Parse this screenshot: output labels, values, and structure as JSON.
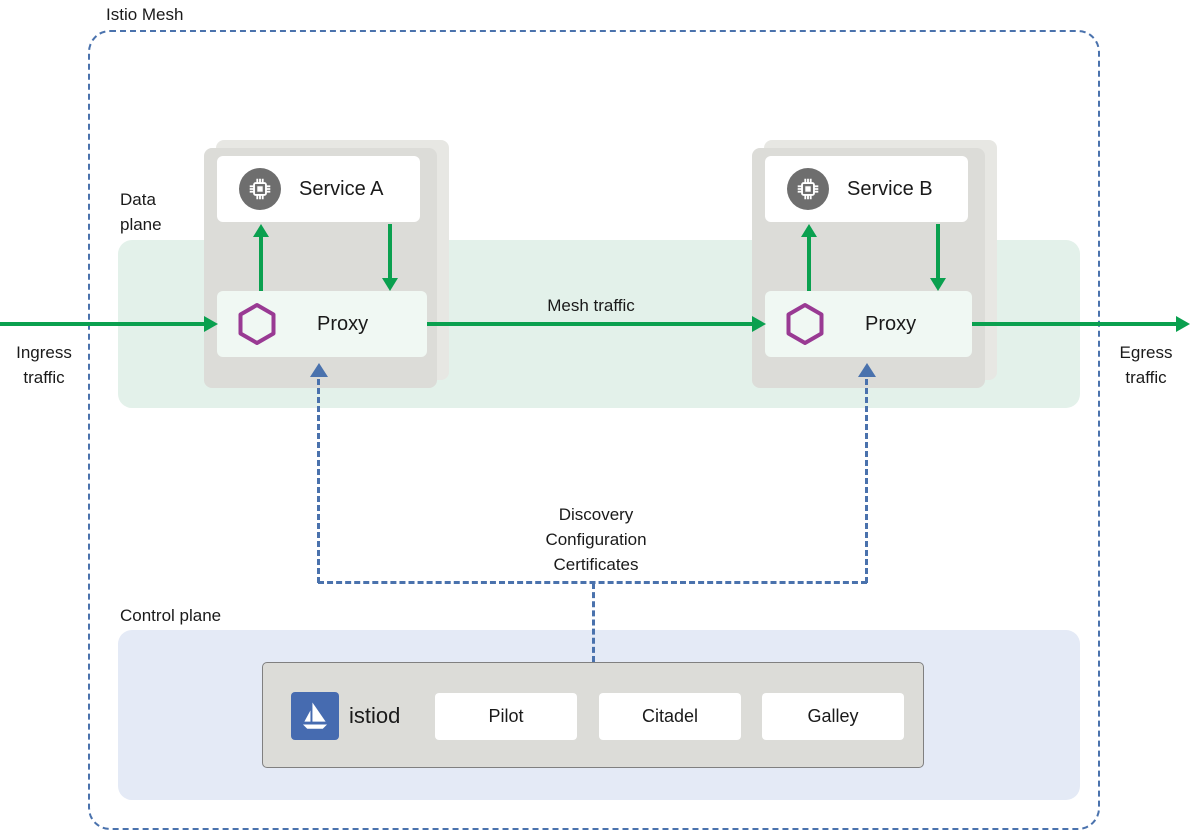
{
  "labels": {
    "mesh": "Istio Mesh",
    "data_plane": [
      "Data",
      "plane"
    ],
    "control_plane": "Control plane",
    "ingress": [
      "Ingress",
      "traffic"
    ],
    "egress": [
      "Egress",
      "traffic"
    ],
    "mesh_traffic": "Mesh traffic",
    "discovery": [
      "Discovery",
      "Configuration",
      "Certificates"
    ]
  },
  "nodes": {
    "service_a": {
      "label": "Service A",
      "icon": "microchip-icon"
    },
    "service_b": {
      "label": "Service B",
      "icon": "microchip-icon"
    },
    "proxy_a": {
      "label": "Proxy",
      "icon": "hexagon-icon"
    },
    "proxy_b": {
      "label": "Proxy",
      "icon": "hexagon-icon"
    },
    "istiod": {
      "label": "istiod",
      "icon": "istio-sail-icon"
    },
    "components": [
      "Pilot",
      "Citadel",
      "Galley"
    ]
  },
  "colors": {
    "mesh_border_blue": "#4a72ad",
    "traffic_green": "#0aa04f",
    "data_plane_band": "#e3f1ea",
    "proxy_fill": "#f0f8f3",
    "card_gray": "#dcdcd8",
    "hexagon_purple": "#993a93",
    "chip_gray": "#6e6e6e",
    "control_plane_fill": "#e4eaf6",
    "istio_blue": "#466bb0"
  }
}
